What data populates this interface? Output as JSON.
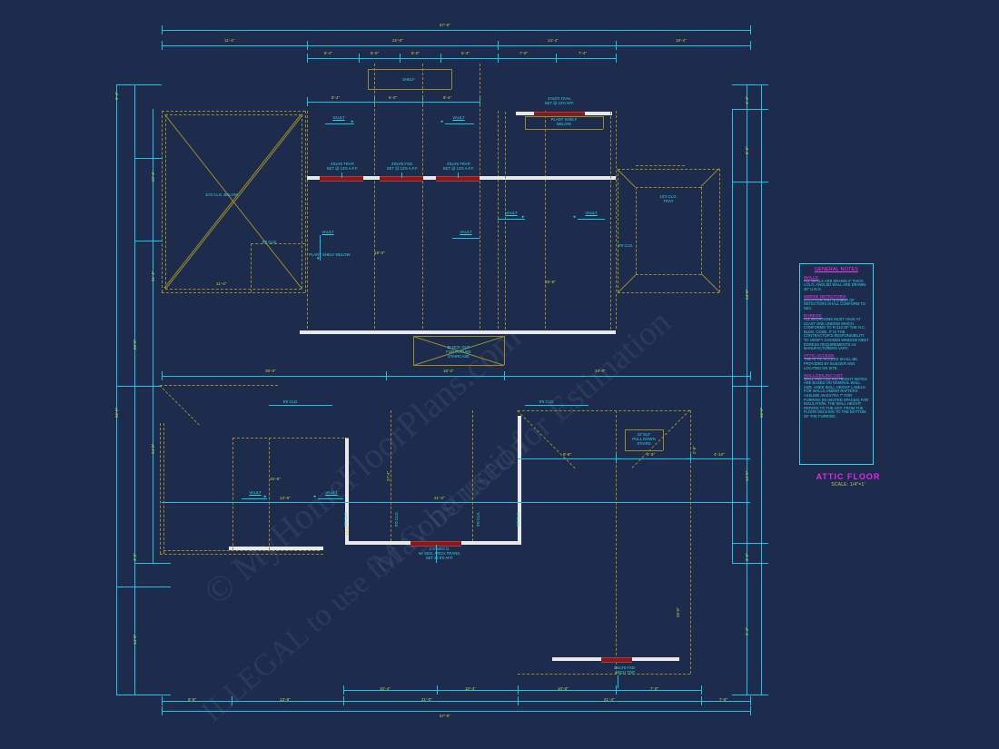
{
  "sheet": {
    "title": "ATTIC FLOOR",
    "scale": "SCALE:  1/4\"=1'",
    "background_color": "#1d2b4d",
    "dimension_color": "#d9d13a",
    "annotation_color": "#2fd8e8",
    "wall_color": "#9a8b2a",
    "header_color": "#ff3df0"
  },
  "watermark": {
    "line1": "© MyHomeFloorPlans.com",
    "line2": "May be used for Estimation",
    "line3": "ILLEGAL to use for Construction"
  },
  "notes": {
    "heading": "GENERAL NOTES",
    "sections": [
      {
        "title": "WALLS:",
        "body": "ALL WALLS ARE DRAWN 4\" THICK U.N.O. ANGLED WALL ARE DRAWN 45\" U.N.O."
      },
      {
        "title": "SMOKE DETECTORS:",
        "body": "LOCATION AND NUMBER OF DETECTORS SHALL CONFORM TO NEC."
      },
      {
        "title": "EGRESS:",
        "body": "ALL BEDROOMS MUST HAVE AT LEAST ONE UNDOW WHICH CONFORMS TO R-310 OF THE N.C. BLDG. CODE. IT IS THE CONTRACTOR'S RESPONSIBILITY TO VERIFY CHOSEN WINDOW MEET EGRESS REQUIREMENTS AS MANUFACTURERS VARY."
      },
      {
        "title": "ATTIC ACCESS:",
        "body": "THE ATTIC ACCESS SHALL BE PROVIDED BY BUILDER AND LOCATED ON SITE."
      },
      {
        "title": "WALL/CEILING HGT.",
        "body": "WALL AND CEILING HEIGHT NOTES ARE BASED ON NOMINAL WALL SIZE. KNEE WALL HEIGHT LABELS FOR WALLS UNDER RAFTERS ASSUME AN EXTRA 7\" FOR FURRING (IN HEATED SPACES) FOR INSULATION. THE WALL HEIGHT REFERS TO THE HGT. FROM THE FLOOR DECKING TO THE BOTTOM OF THE FURRING."
      }
    ]
  },
  "dims": {
    "top_overall": "67'-8\"",
    "top_row2": [
      "11'-4\"",
      "22'-8\"",
      "14'-4\"",
      "19'-4\""
    ],
    "top_row3": [
      "6'-4\"",
      "5'-0\"",
      "5'-0\"",
      "6'-4\"",
      "7'-0\"",
      "7'-4\""
    ],
    "top_row4": [
      "8'-4\"",
      "6'-0\"",
      "8'-4\""
    ],
    "bottom_overall": "67'-8\"",
    "bottom_row2": [
      "8'-8\"",
      "13'-8\"",
      "21'-0\"",
      "21'-4\"",
      "7'-8\""
    ],
    "bottom_row3": [
      "10'-4\"",
      "10'-4\"",
      "10'-8\"",
      "7'-0\""
    ],
    "left_col": [
      "5'-4\"",
      "22'-4\"",
      "21'-4\"",
      "56'-0\"",
      "66'-0\"",
      "24'-0\"",
      "3'-0\"",
      "14'-8\""
    ],
    "right_col": [
      "1'-4\"",
      "8'-0\"",
      "24'-0\"",
      "66'-0\"",
      "14'-0\"",
      "3'-0\"",
      "1'-4\""
    ],
    "mid_row": [
      "38'-0\"",
      "18'-0\"",
      "24'-0\""
    ],
    "interior": [
      "27'-4\"",
      "21'-0\"",
      "13'-8\"",
      "12'-8\"",
      "8'-8\"",
      "4'-8\"",
      "4'-10\"",
      "26'-8\"",
      "11'-4\"",
      "7'-0\"",
      "2'-8\"",
      "19'-8\"",
      "14'-0\"",
      "18'-0\"",
      "15'-8\""
    ]
  },
  "labels": {
    "shelf": "SHELF",
    "vault": "VAULT",
    "plant_shelf_below": "PLANT SHELF BELOW",
    "plant_shelf_below_side": "PLANT SHELF BELOW",
    "clg_10_below": "10'0 CLG. BELOW",
    "clg_10_trat": "10'0 CLG. TRAY",
    "clg_9": "9'0 CLG.",
    "clg_8": "8'0 CLG.",
    "block_out": "BLOCK OUT FOR FUTURE STAIRCASE",
    "pull_down": "22\"x54\" PULL DOWN STAIRS",
    "arch_top": "3'6x4'6 FXD. ARCH TOP",
    "arch_trans": "2-2'0x5'0 G. W/ SEG. ARCH TRANS. SET @ 8'0 AFF.",
    "win_trap_left": "4'0x4'6 TRAP. SET @ 13'6 A.F.F.",
    "win_fxd_mid": "4'0x4'6 FXD. SET @ 13'6 A.F.F.",
    "win_trap_right": "4'0x4'6 TRAP. SET @ 13'6 A.F.F.",
    "win_oval": "4'0x2'0 OVAL SET @ 13'0 AFF."
  }
}
